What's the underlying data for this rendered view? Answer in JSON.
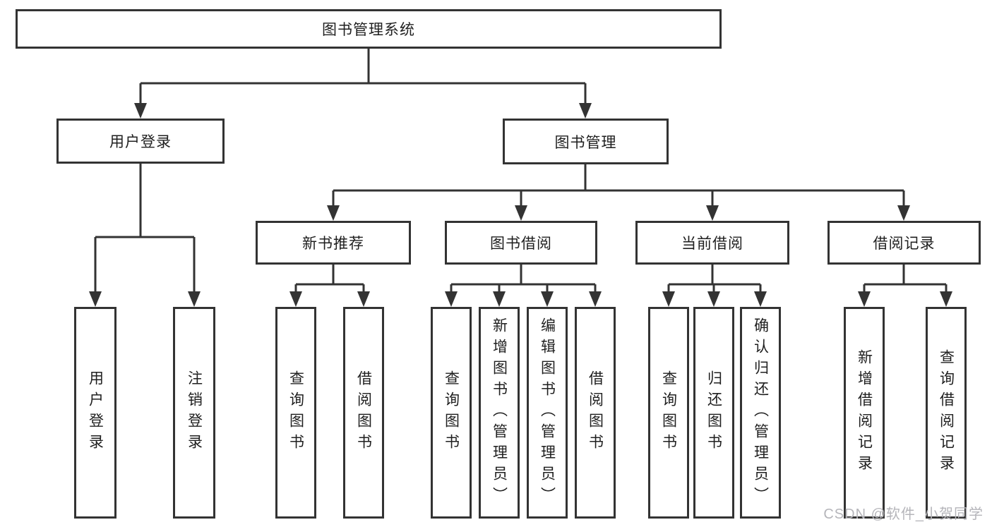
{
  "diagram": {
    "root": {
      "label": "图书管理系统"
    },
    "level2": [
      {
        "label": "用户登录"
      },
      {
        "label": "图书管理"
      }
    ],
    "level3": [
      {
        "label": "新书推荐"
      },
      {
        "label": "图书借阅"
      },
      {
        "label": "当前借阅"
      },
      {
        "label": "借阅记录"
      }
    ],
    "leaves": {
      "user_login": [
        "用户登录",
        "注销登录"
      ],
      "new_book": [
        "查询图书",
        "借阅图书"
      ],
      "book_borrow": [
        "查询图书",
        "新增图书（管理员）",
        "编辑图书（管理员）",
        "借阅图书"
      ],
      "current_borrow": [
        "查询图书",
        "归还图书",
        "确认归还（管理员）"
      ],
      "borrow_record": [
        "新增借阅记录",
        "查询借阅记录"
      ]
    }
  },
  "watermark": {
    "text": "CSDN @软件_小贺同学"
  },
  "colors": {
    "line": "#333333",
    "text": "#1f1f1f",
    "watermark": "#b5b5ba",
    "background": "#ffffff"
  }
}
